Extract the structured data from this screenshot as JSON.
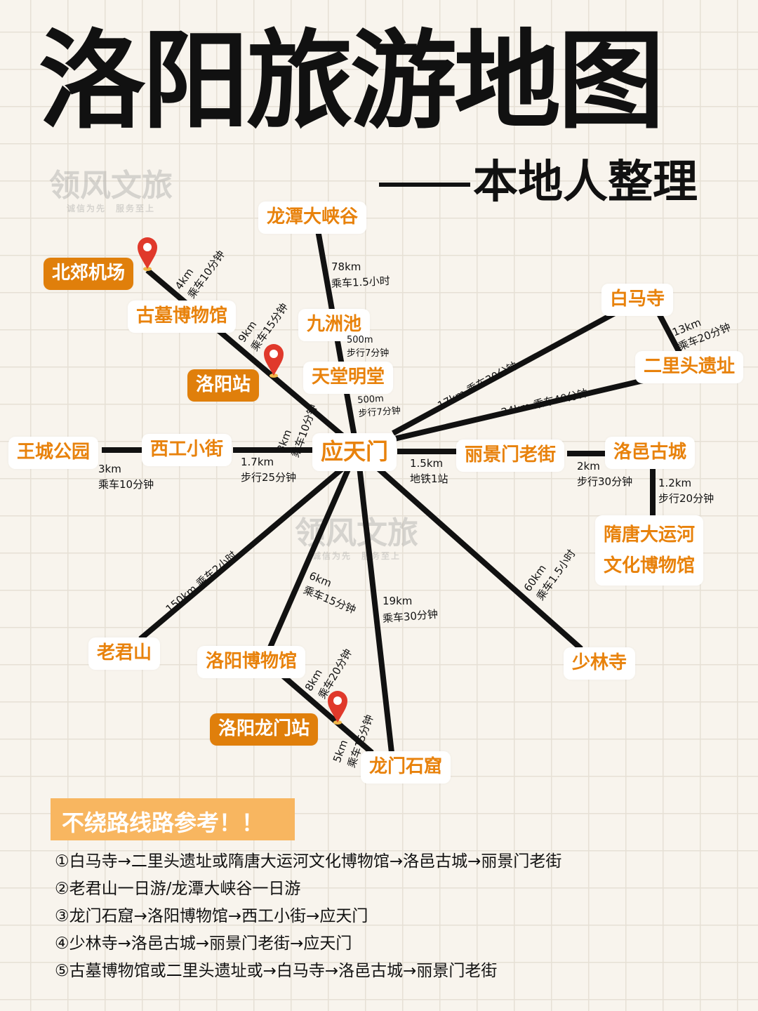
{
  "title": "洛阳旅游地图",
  "subtitle": "本地人整理",
  "watermark": {
    "name": "领风文旅",
    "slogan": "诚信为先　服务至上"
  },
  "places": {
    "beijiao_airport": "北郊机场",
    "gumu_museum": "古墓博物馆",
    "luoyang_station": "洛阳站",
    "longtan_canyon": "龙潭大峡谷",
    "jiuzhou_pond": "九洲池",
    "tiantang_mingtang": "天堂明堂",
    "yingtianmen": "应天门",
    "wangcheng_park": "王城公园",
    "xigong_street": "西工小街",
    "baima_temple": "白马寺",
    "erlitou_site": "二里头遗址",
    "lijingmen_street": "丽景门老街",
    "luoyi_old_town": "洛邑古城",
    "grand_canal_museum_1": "隋唐大运河",
    "grand_canal_museum_2": "文化博物馆",
    "laojun_mountain": "老君山",
    "luoyang_museum": "洛阳博物馆",
    "longmen_station": "洛阳龙门站",
    "longmen_grottoes": "龙门石窟",
    "shaolin_temple": "少林寺"
  },
  "routes": {
    "airport_gumu": [
      "4km",
      "乘车10分钟"
    ],
    "gumu_station": [
      "9km",
      "乘车15分钟"
    ],
    "station_yingtianmen": [
      "3km",
      "乘车10分钟"
    ],
    "longtan_jiuzhou": [
      "78km",
      "乘车1.5小时"
    ],
    "jiuzhou_tiantang": [
      "500m",
      "步行7分钟"
    ],
    "tiantang_yingtianmen": [
      "500m",
      "步行7分钟"
    ],
    "wangcheng_xigong": [
      "3km",
      "乘车10分钟"
    ],
    "xigong_yingtianmen": [
      "1.7km",
      "步行25分钟"
    ],
    "yingtianmen_baima": "17km  乘车30分钟",
    "yingtianmen_erlitou": "24km  乘车40分钟",
    "baima_erlitou": [
      "13km",
      "乘车20分钟"
    ],
    "yingtianmen_lijingmen": [
      "1.5km",
      "地铁1站"
    ],
    "lijingmen_luoyi": [
      "2km",
      "步行30分钟"
    ],
    "luoyi_canal": [
      "1.2km",
      "步行20分钟"
    ],
    "yingtianmen_laojun": "150km  乘车2小时",
    "yingtianmen_museum": [
      "6km",
      "乘车15分钟"
    ],
    "yingtianmen_longmen": [
      "19km",
      "乘车30分钟"
    ],
    "yingtianmen_shaolin": [
      "60km",
      "乘车1.5小时"
    ],
    "museum_longmenstation": [
      "8km",
      "乘车20分钟"
    ],
    "longmenstation_grottoes": [
      "5km",
      "乘车15分钟"
    ]
  },
  "suggestions": {
    "heading": "不绕路线路参考！！",
    "items": [
      "①白马寺→二里头遗址或隋唐大运河文化博物馆→洛邑古城→丽景门老街",
      "②老君山一日游/龙潭大峡谷一日游",
      "③龙门石窟→洛阳博物馆→西工小街→应天门",
      "④少林寺→洛邑古城→丽景门老街→应天门",
      "⑤古墓博物馆或二里头遗址或→白马寺→洛邑古城→丽景门老街"
    ]
  },
  "colors": {
    "accent": "#e8820c",
    "badge": "#e07f0b",
    "banner": "#f8b660",
    "pin": "#e0392b",
    "line": "#111111"
  }
}
